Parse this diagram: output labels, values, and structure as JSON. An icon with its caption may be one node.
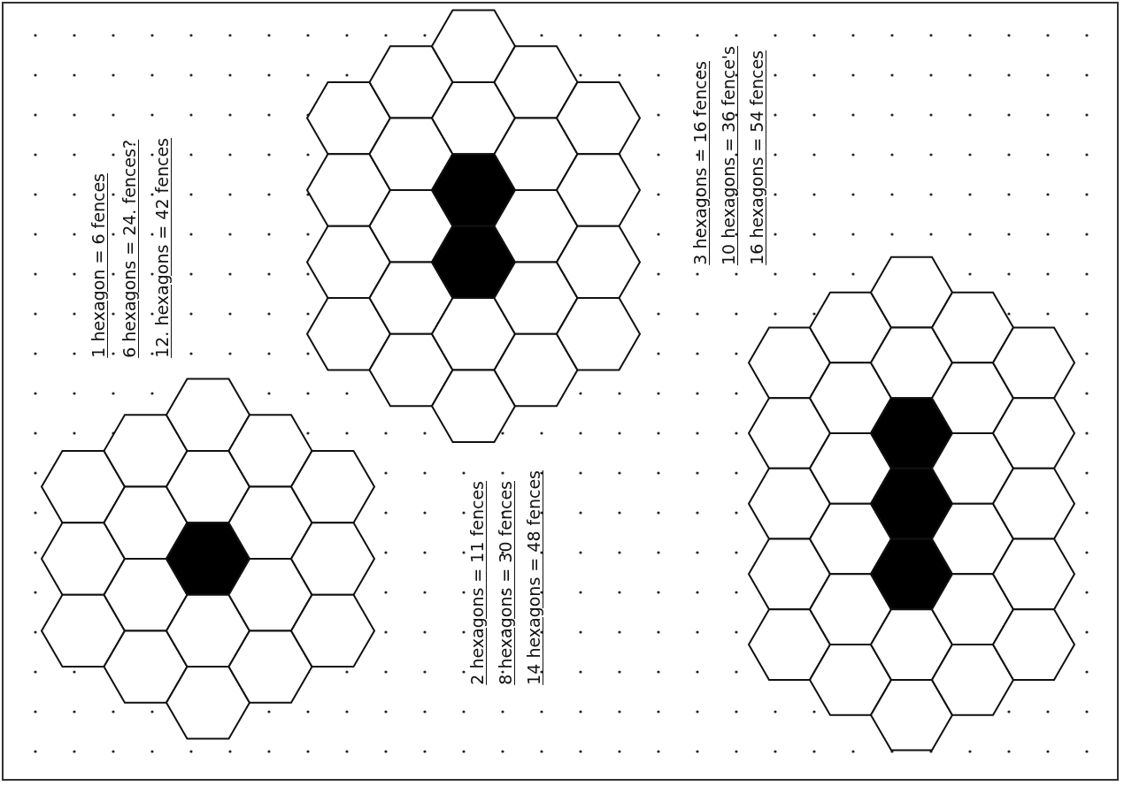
{
  "diagram": {
    "labels": [
      "1 hexagon = 6 fences",
      "6 hexagons = 24. fences?",
      "12. hexagons = 42 fences",
      "3 hexagons = 16 fences",
      "10 hexagons = 36 fence's",
      "16 hexagons = 54 fences",
      "2 hexagons = 11 fences",
      "8 hexagons = 30 fences",
      "14 hexagons = 48 fences"
    ]
  }
}
